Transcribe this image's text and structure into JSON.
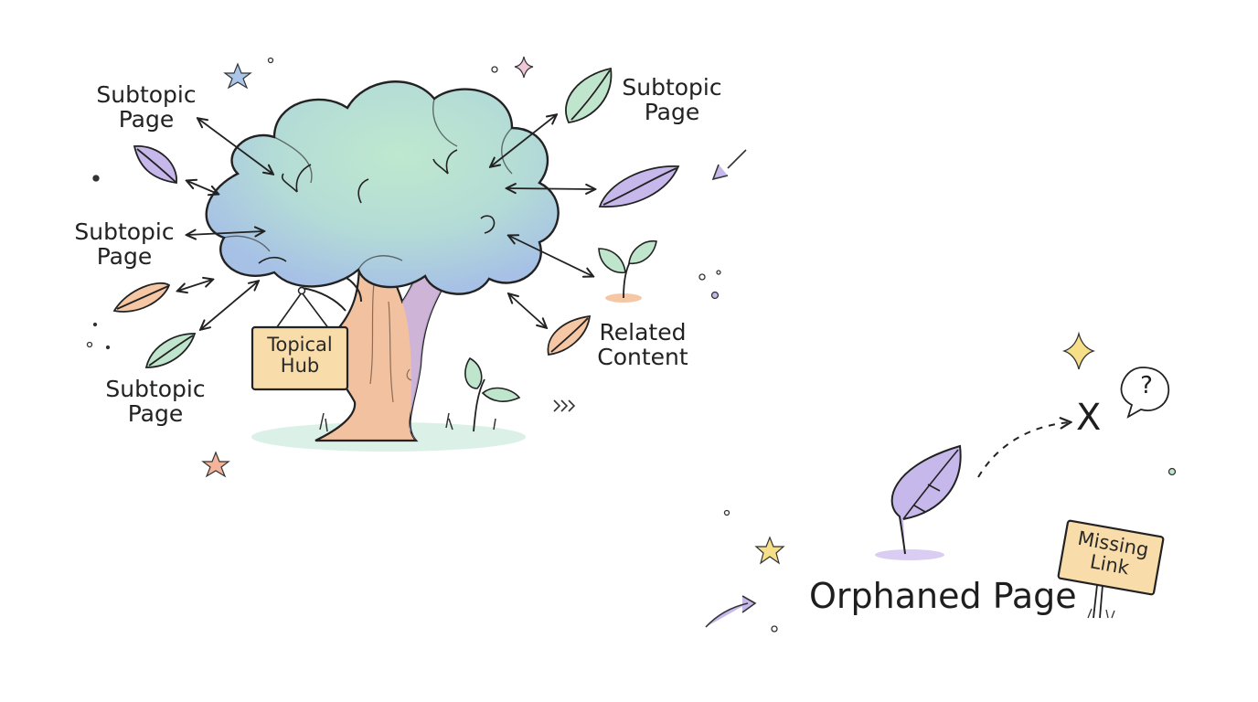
{
  "diagram": {
    "hub_sign": {
      "line1": "Topical",
      "line2": "Hub"
    },
    "subtopics": [
      {
        "line1": "Subtopic",
        "line2": "Page"
      },
      {
        "line1": "Subtopic",
        "line2": "Page"
      },
      {
        "line1": "Subtopic",
        "line2": "Page"
      },
      {
        "line1": "Subtopic",
        "line2": "Page"
      }
    ],
    "related": {
      "line1": "Related",
      "line2": "Content"
    },
    "orphan": {
      "label": "Orphaned Page",
      "missing_mark": "X",
      "question": "?"
    },
    "missing_sign": {
      "line1": "Missing",
      "line2": "Link"
    }
  },
  "colors": {
    "ink": "#222222",
    "foliage_blue": "#a9c3e6",
    "foliage_green": "#b9e5c4",
    "trunk": "#f2c1a0",
    "trunk_shade": "#c8b2e0",
    "leaf_purple": "#c7b8ec",
    "leaf_green": "#bfe6cc",
    "leaf_peach": "#f6c7a5",
    "sign_fill": "#f8dcaa",
    "star_yellow": "#f6df88",
    "star_blue": "#a9c6ea",
    "star_peach": "#f3b49a"
  }
}
